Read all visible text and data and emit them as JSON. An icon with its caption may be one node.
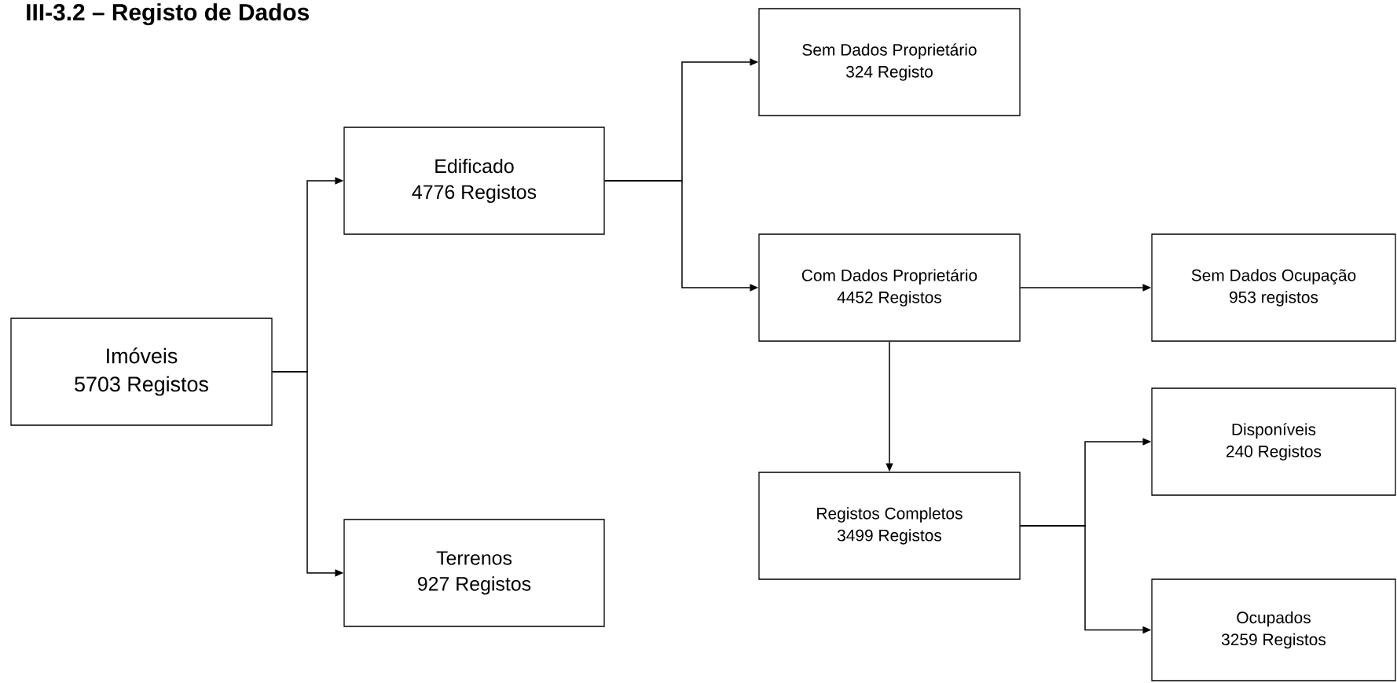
{
  "diagram": {
    "title": "III-3.2 – Registo de Dados",
    "nodes": [
      {
        "text": [
          "Imóveis",
          "5703 Registos"
        ]
      },
      {
        "text": [
          "Edificado",
          "4776 Registos"
        ]
      },
      {
        "text": [
          "Terrenos",
          "927 Registos"
        ]
      },
      {
        "text": [
          "Sem Dados Proprietário",
          "324 Registo"
        ]
      },
      {
        "text": [
          "Com Dados Proprietário",
          "4452 Registos"
        ]
      },
      {
        "text": [
          "Sem Dados Ocupação",
          "953 registos"
        ]
      },
      {
        "text": [
          "Registos Completos",
          "3499 Registos"
        ]
      },
      {
        "text": [
          "Disponíveis",
          "240 Registos"
        ]
      },
      {
        "text": [
          "Ocupados",
          "3259 Registos"
        ]
      }
    ],
    "edges": [
      {
        "from": 0,
        "to": 1,
        "arrow": "to"
      },
      {
        "from": 0,
        "to": 2,
        "arrow": "to"
      },
      {
        "from": 1,
        "to": 3,
        "arrow": "to"
      },
      {
        "from": 1,
        "to": 4,
        "arrow": "to"
      },
      {
        "from": 4,
        "to": 5,
        "arrow": "to"
      },
      {
        "from": 4,
        "to": 6,
        "arrow": "to"
      },
      {
        "from": 6,
        "to": 7,
        "arrow": "to"
      },
      {
        "from": 6,
        "to": 8,
        "arrow": "to"
      }
    ]
  }
}
